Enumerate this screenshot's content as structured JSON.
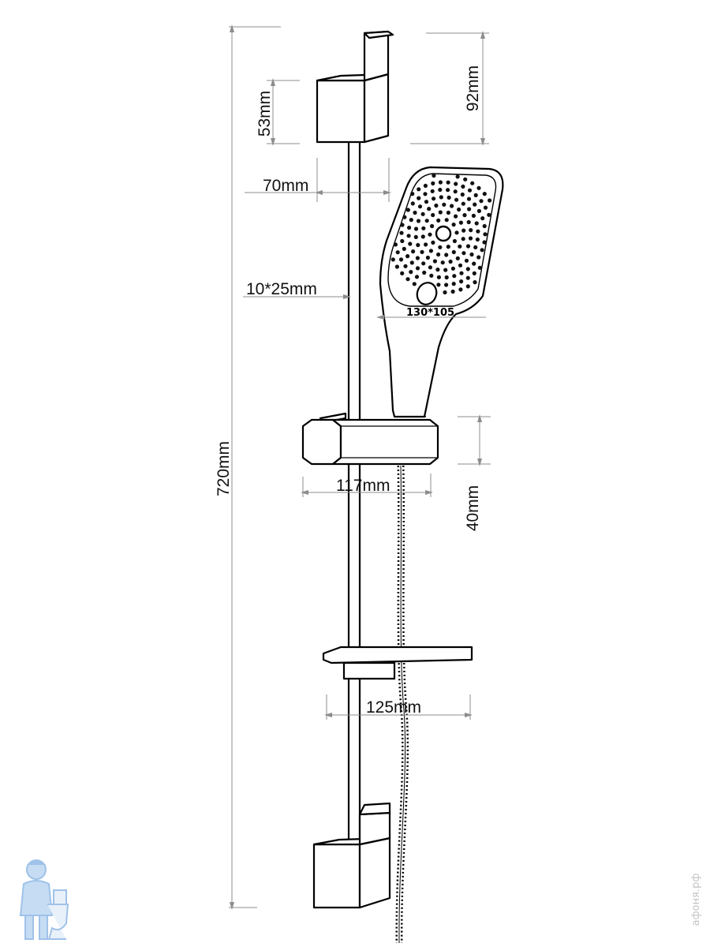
{
  "labels": {
    "total_height": "720mm",
    "top_bracket_height": "53mm",
    "top_end_height": "92mm",
    "bracket_depth": "70mm",
    "rail_section": "10*25mm",
    "head_size": "130*105",
    "holder_width": "117mm",
    "holder_height": "40mm",
    "shelf_width": "125mm"
  },
  "watermark": "афоня.рф",
  "logo_icon": "plumber-mascot-icon",
  "colors": {
    "outline": "#000000",
    "dimension": "#8c8c8c",
    "watermark": "#c4c4c4",
    "logo": "#8fb8e6"
  }
}
